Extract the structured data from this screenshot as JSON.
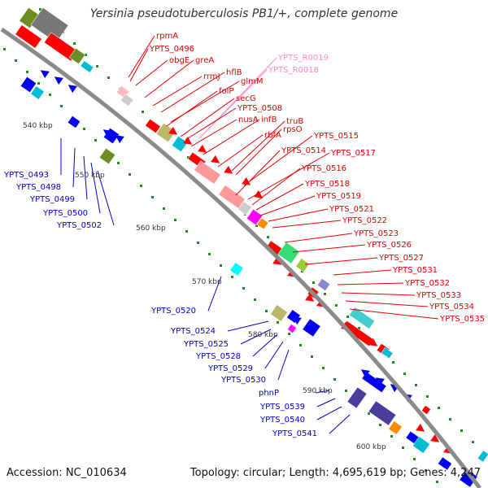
{
  "title": "Yersinia pseudotuberculosis PB1/+, complete genome",
  "footer": {
    "accession": "Accession: NC_010634",
    "topology": "Topology: circular; Length: 4,695,619 bp; Genes: 4,247"
  },
  "colors": {
    "backbone": "#8a8a8a",
    "forward": "#ff0000",
    "reverse": "#0000ff",
    "light_label": "#ff88cc",
    "tick": "#228b22"
  },
  "scale_labels": [
    "540 kbp",
    "550 kbp",
    "560 kbp",
    "570 kbp",
    "580 kbp",
    "590 kbp",
    "600 kbp"
  ],
  "labels_top": [
    {
      "text": "rpmA",
      "color": "red"
    },
    {
      "text": "YPTS_0496",
      "color": "red"
    },
    {
      "text": "obgE",
      "color": "red"
    },
    {
      "text": "greA",
      "color": "red"
    },
    {
      "text": "YPTS_R0019",
      "color": "pink"
    },
    {
      "text": "YPTS_R0018",
      "color": "pink"
    },
    {
      "text": "rrmJ",
      "color": "red"
    },
    {
      "text": "hflB",
      "color": "red"
    },
    {
      "text": "glmM",
      "color": "red"
    },
    {
      "text": "folP",
      "color": "red"
    },
    {
      "text": "secG",
      "color": "red"
    },
    {
      "text": "YPTS_0508",
      "color": "red"
    },
    {
      "text": "nusA",
      "color": "red"
    },
    {
      "text": "infB",
      "color": "red"
    },
    {
      "text": "truB",
      "color": "red"
    },
    {
      "text": "rbfA",
      "color": "red"
    },
    {
      "text": "rpsO",
      "color": "red"
    },
    {
      "text": "YPTS_0515",
      "color": "red"
    },
    {
      "text": "YPTS_0514",
      "color": "red"
    },
    {
      "text": "YPTS_0517",
      "color": "red"
    },
    {
      "text": "YPTS_0516",
      "color": "red"
    },
    {
      "text": "YPTS_0518",
      "color": "red"
    },
    {
      "text": "YPTS_0519",
      "color": "red"
    },
    {
      "text": "YPTS_0521",
      "color": "red"
    },
    {
      "text": "YPTS_0522",
      "color": "red"
    },
    {
      "text": "YPTS_0523",
      "color": "red"
    },
    {
      "text": "YPTS_0526",
      "color": "red"
    },
    {
      "text": "YPTS_0527",
      "color": "red"
    },
    {
      "text": "YPTS_0531",
      "color": "red"
    },
    {
      "text": "YPTS_0532",
      "color": "red"
    },
    {
      "text": "YPTS_0533",
      "color": "red"
    },
    {
      "text": "YPTS_0534",
      "color": "red"
    },
    {
      "text": "YPTS_0535",
      "color": "red"
    }
  ],
  "labels_bottom": [
    {
      "text": "YPTS_0493",
      "color": "blue"
    },
    {
      "text": "YPTS_0498",
      "color": "blue"
    },
    {
      "text": "YPTS_0499",
      "color": "blue"
    },
    {
      "text": "YPTS_0500",
      "color": "blue"
    },
    {
      "text": "YPTS_0502",
      "color": "blue"
    },
    {
      "text": "YPTS_0520",
      "color": "blue"
    },
    {
      "text": "YPTS_0524",
      "color": "blue"
    },
    {
      "text": "YPTS_0525",
      "color": "blue"
    },
    {
      "text": "YPTS_0528",
      "color": "blue"
    },
    {
      "text": "YPTS_0529",
      "color": "blue"
    },
    {
      "text": "YPTS_0530",
      "color": "blue"
    },
    {
      "text": "phnP",
      "color": "blue"
    },
    {
      "text": "YPTS_0539",
      "color": "blue"
    },
    {
      "text": "YPTS_0540",
      "color": "blue"
    },
    {
      "text": "YPTS_0541",
      "color": "blue"
    }
  ]
}
